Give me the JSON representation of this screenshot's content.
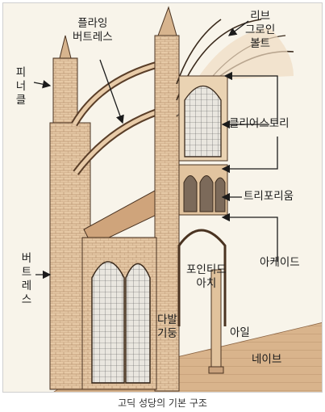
{
  "labels": {
    "flying_buttress": [
      "플라잉",
      "버트레스"
    ],
    "pinnacle": "피너클",
    "rib_groin_vault": [
      "리브",
      "그로인",
      "볼트"
    ],
    "clerestory": "클리어스토리",
    "triforium": "트리포리움",
    "arcade": "아케이드",
    "buttress": "버트레스",
    "pointed_arch": [
      "포인티드",
      "아치"
    ],
    "compound_pier": [
      "다발",
      "기둥"
    ],
    "aisle": "아일",
    "nave": "네이브"
  },
  "caption": "고딕 성당의 기본 구조",
  "colors": {
    "stone": "#e6c9a6",
    "shade": "#c9a27d",
    "ink": "#2b1d12",
    "window": "#8fa0a8"
  }
}
